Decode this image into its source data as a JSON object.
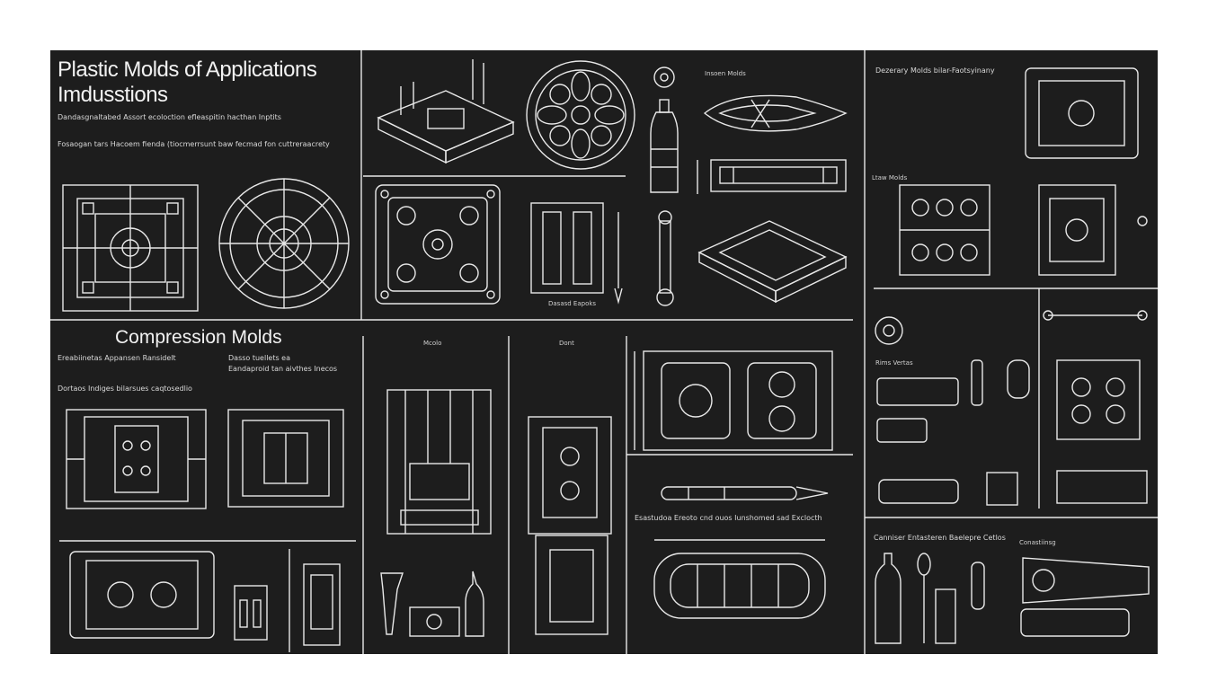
{
  "board": {
    "title": "Plastic Molds of Applications Imdusstions",
    "section_compression": "Compression Molds",
    "notes": [
      "Dandasgnaltabed Assort ecoloction efleaspitin hacthan Inptits",
      "Fosaogan tars Hacoem fienda (tiocmerrsunt baw fecmad fon cuttreraacrety",
      "Insoen Molds",
      "Dezerary Molds bilar-Faotsyinany",
      "Ltaw Molds",
      "Rims Vertas",
      "Canniser Entasteren Baelepre Cetlos",
      "Ereabiinetas Appansen Ransidelt",
      "Dortaos Indiges bilarsues caqtosedlio",
      "Dasso tuellets ea",
      "Eandaproid tan aivthes Inecos",
      "Mcolo",
      "Dont",
      "Esastudoa Ereoto cnd ouos Iunshomed sad Exclocth",
      "Dasasd Eapoks",
      "Conastiinsg"
    ]
  }
}
